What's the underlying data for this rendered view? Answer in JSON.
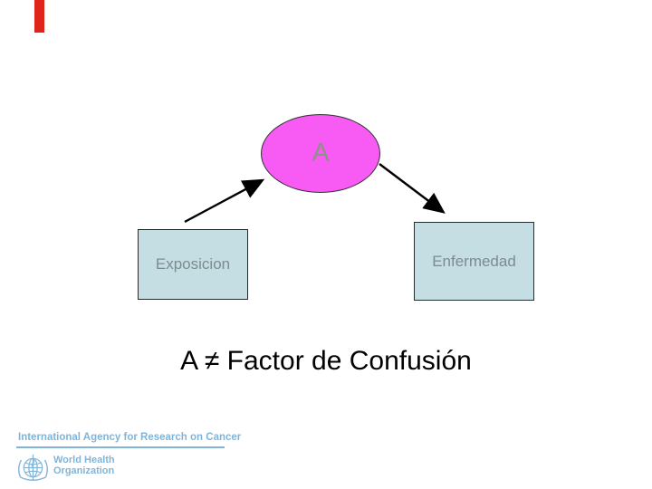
{
  "slide": {
    "template": {
      "red_bar_color": "#df241c",
      "brand_blue": "#82b4d8"
    },
    "diagram": {
      "node_a_label": "A",
      "node_a_fill": "#f75bf3",
      "node_a_text_color": "#8f8f8f",
      "exposure_label": "Exposicion",
      "disease_label": "Enfermedad",
      "box_fill": "#c5dee3",
      "box_label_color": "#7d8b90",
      "arrow_color": "#000000"
    },
    "caption": "A ≠ Factor de Confusión",
    "footer": {
      "iarc_text": "International Agency for Research on Cancer",
      "who_name_line1": "World Health",
      "who_name_line2": "Organization",
      "who_emblem_icon": "who-globe-staff-laurel-emblem"
    }
  }
}
